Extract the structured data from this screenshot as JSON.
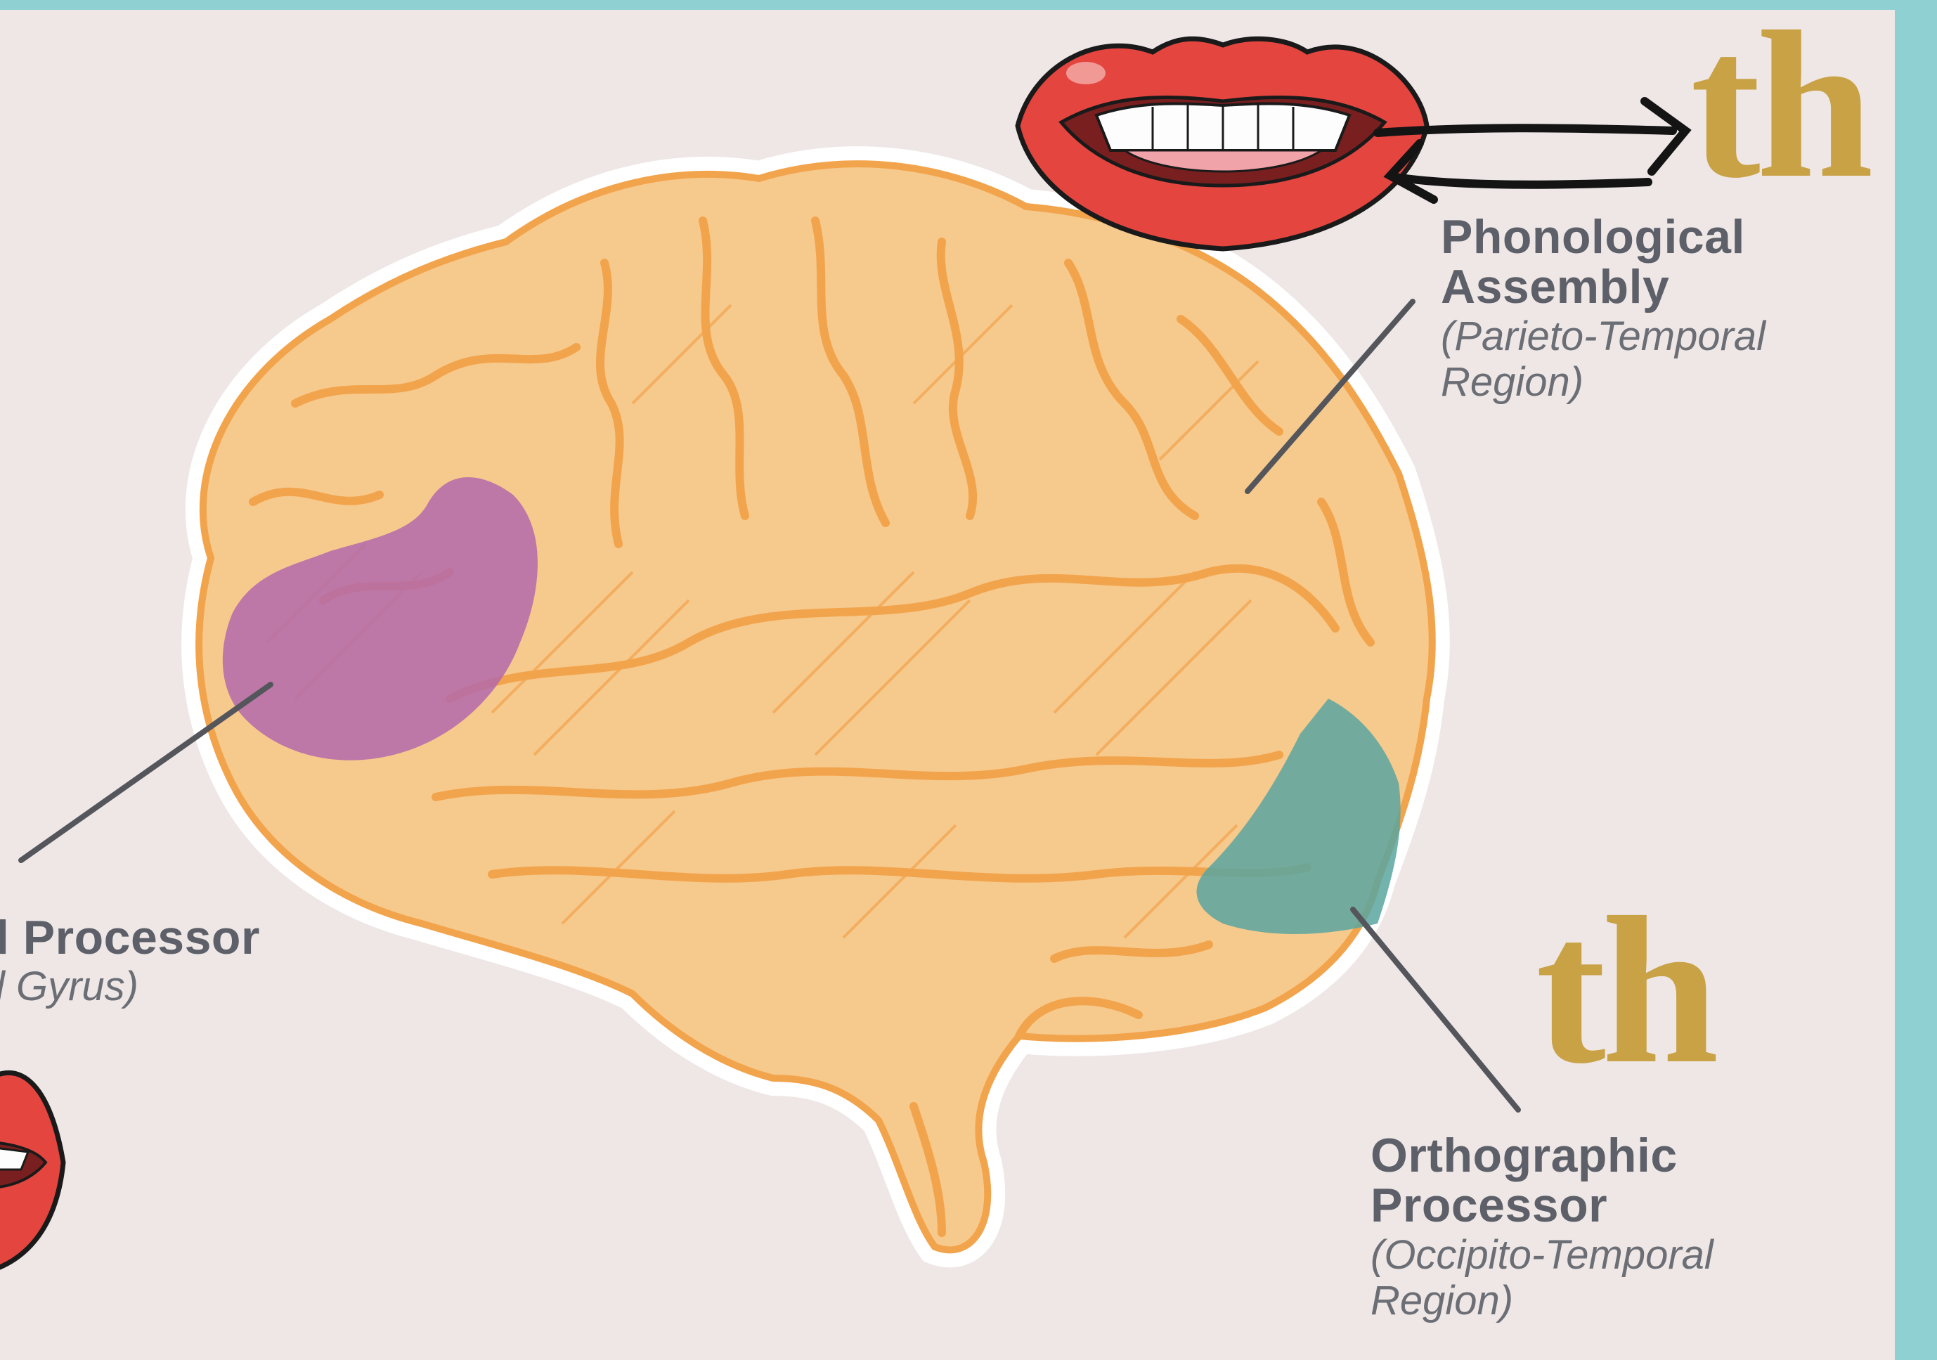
{
  "labels": {
    "phonological": {
      "title_line1": "Phonological",
      "title_line2": "Assembly",
      "sub_line1": "(Parieto-Temporal",
      "sub_line2": "Region)"
    },
    "orthographic": {
      "title_line1": "Orthographic",
      "title_line2": "Processor",
      "sub_line1": "(Occipito-Temporal",
      "sub_line2": "Region)"
    },
    "phonetic": {
      "title": "l Processor",
      "sub": "l Gyrus)"
    }
  },
  "glyphs": {
    "top": "th",
    "right": "th"
  },
  "regions": {
    "frontal": {
      "color": "#b36aac"
    },
    "parieto_temporal": {
      "color": "#f0a34a"
    },
    "occipito_temporal": {
      "color": "#5ba6a0"
    }
  },
  "colors": {
    "background": "#eee7e6",
    "frame": "#8fd1d3",
    "brain": "#f2a44c",
    "text": "#5d6068",
    "gold": "#c9a246",
    "lips": "#e4453f"
  }
}
